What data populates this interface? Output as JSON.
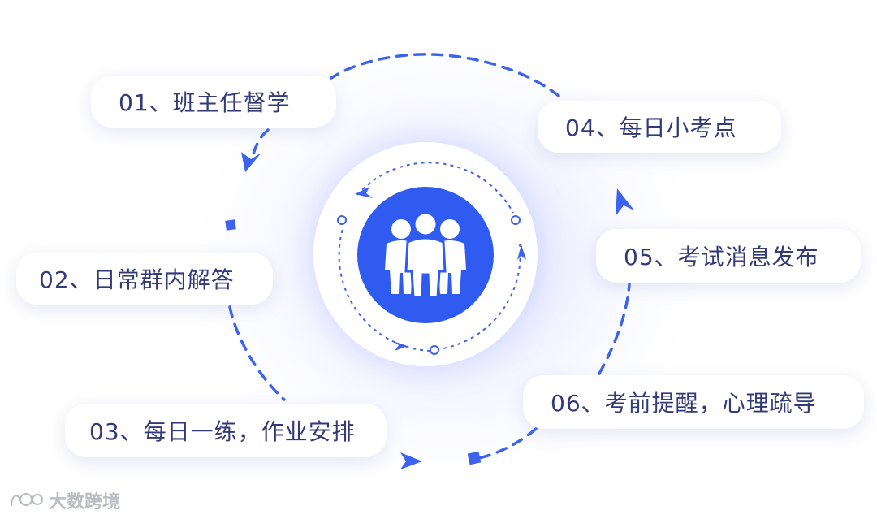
{
  "steps": [
    {
      "label": "01、班主任督学"
    },
    {
      "label": "02、日常群内解答"
    },
    {
      "label": "03、每日一练，作业安排"
    },
    {
      "label": "04、每日小考点"
    },
    {
      "label": "05、考试消息发布"
    },
    {
      "label": "06、考前提醒，心理疏导"
    }
  ],
  "center": {
    "icon": "people-group-icon"
  },
  "watermark": {
    "text": "大数跨境"
  },
  "colors": {
    "accent": "#2f5bf0",
    "text": "#323a78",
    "background": "#ffffff"
  }
}
